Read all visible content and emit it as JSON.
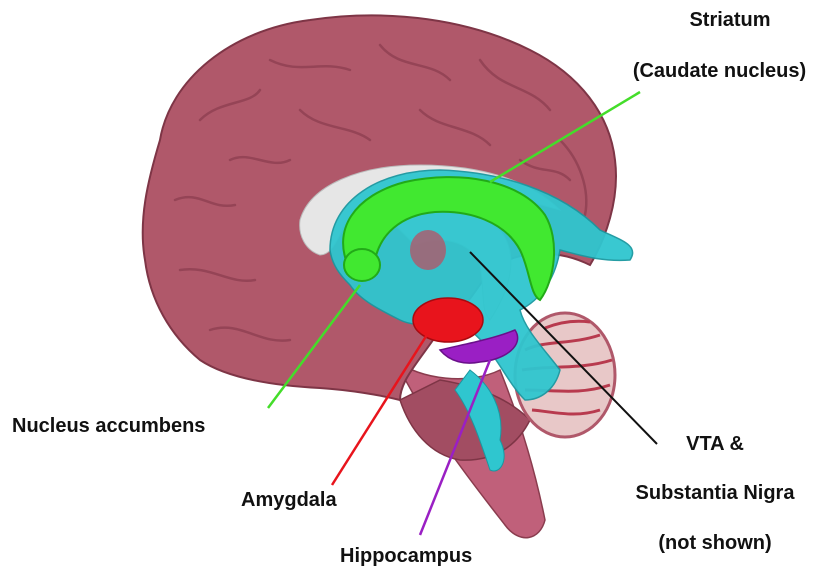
{
  "labels": {
    "striatum": {
      "line1": "Striatum",
      "line2": "(Caudate nucleus)"
    },
    "nucleus_accumbens": "Nucleus accumbens",
    "amygdala": "Amygdala",
    "hippocampus": "Hippocampus",
    "vta": {
      "line1": "VTA &",
      "line2": "Substantia Nigra",
      "line3": "(not shown)"
    }
  },
  "colors": {
    "cortex": "#b0586a",
    "cortex_shade": "#8a3c4e",
    "ventricle": "#2fc6cf",
    "white_matter": "#e6e6e6",
    "striatum": "#41e830",
    "amygdala": "#e8141c",
    "hippocampus": "#9a1fc4",
    "cerebellum": "#e8c8c8",
    "brainstem": "#c0607a",
    "striatum_line": "#44dd2a",
    "accumbens_line": "#44dd2a",
    "amygdala_line": "#e8141c",
    "hippocampus_line": "#9a1fc4",
    "vta_line": "#111111"
  }
}
